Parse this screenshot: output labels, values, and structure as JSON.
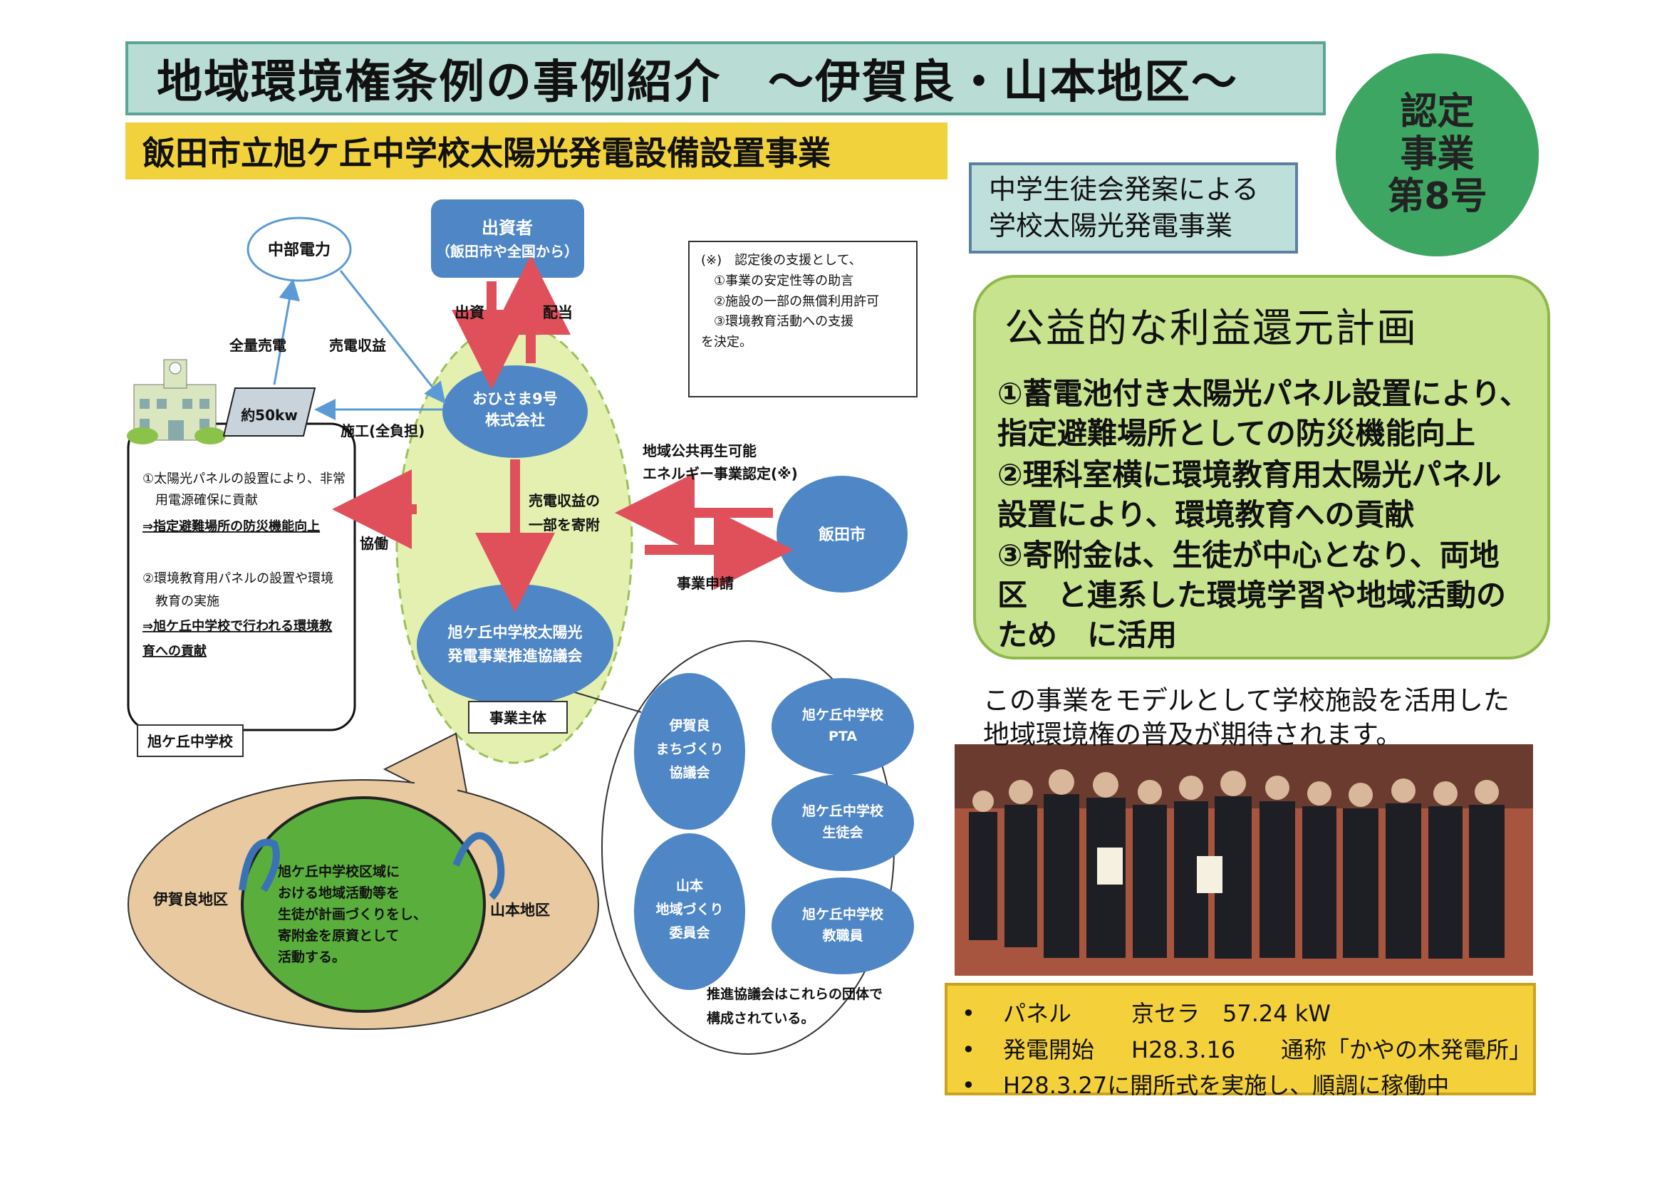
{
  "title": "地域環境権条例の事例紹介　～伊賀良・山本地区～",
  "subtitle": "飯田市立旭ケ丘中学校太陽光発電設備設置事業",
  "nintei": {
    "line1": "認定",
    "line2": "事業",
    "line3": "第8号"
  },
  "student_box": {
    "line1": "中学生徒会発案による",
    "line2": "学校太陽光発電事業"
  },
  "diagram": {
    "chubu": "中部電力",
    "investor_line1": "出資者",
    "investor_line2": "（飯田市や全国から）",
    "shusshi": "出資",
    "haito": "配当",
    "zenryo": "全量売電",
    "baiden_shueki": "売電収益",
    "ohisama_line1": "おひさま9号",
    "ohisama_line2": "株式会社",
    "panel": "約50kw",
    "seko": "施工(全負担)",
    "public_line1": "地域公共再生可能",
    "public_line2": "エネルギー事業認定(※)",
    "iida": "飯田市",
    "jigyo_shinsei": "事業申請",
    "kifu_line1": "売電収益の",
    "kifu_line2": "一部を寄附",
    "kyodo": "協働",
    "council_line1": "旭ケ丘中学校太陽光",
    "council_line2": "発電事業推進協議会",
    "jigyo_shutai": "事業主体",
    "school_label": "旭ケ丘中学校",
    "school_list": [
      "①太陽光パネルの設置により、非常",
      "　用電源確保に貢献",
      "⇒指定避難場所の防災機能向上",
      "",
      "②環境教育用パネルの設置や環境",
      "　教育の実施",
      "⇒旭ケ丘中学校で行われる環境教",
      "育への貢献"
    ],
    "note_lines": [
      "(※)　認定後の支援として、",
      "　①事業の安定性等の助言",
      "　②施設の一部の無償利用許可",
      "　③環境教育活動への支援",
      "を決定。"
    ],
    "igara_area": "伊賀良地区",
    "yamamoto_area": "山本地区",
    "green_lines": [
      "旭ケ丘中学校区域に",
      "おける地域活動等を",
      "生徒が計画づくりをし、",
      "寄附金を原資として",
      "活動する。"
    ],
    "orgs": {
      "igara_line1": "伊賀良",
      "igara_line2": "まちづくり",
      "igara_line3": "協議会",
      "pta_line1": "旭ケ丘中学校",
      "pta_line2": "PTA",
      "seito_line1": "旭ケ丘中学校",
      "seito_line2": "生徒会",
      "yama_line1": "山本",
      "yama_line2": "地域づくり",
      "yama_line3": "委員会",
      "kyoshoku_line1": "旭ケ丘中学校",
      "kyoshoku_line2": "教職員"
    },
    "orgs_note_line1": "推進協議会はこれらの団体で",
    "orgs_note_line2": "構成されている。"
  },
  "benefit": {
    "heading": "公益的な利益還元計画",
    "items": [
      "①蓄電池付き太陽光パネル設置により、　指定避難場所としての防災機能向上",
      "②理科室横に環境教育用太陽光パネル　設置により、環境教育への貢献",
      "③寄附金は、生徒が中心となり、両地区　と連系した環境学習や地域活動のため　に活用"
    ]
  },
  "photo_caption": {
    "line1": "この事業をモデルとして学校施設を活用した",
    "line2": "地域環境権の普及が期待されます。"
  },
  "info": [
    {
      "bullet": "•",
      "label": "パネル",
      "value": "京セラ　57.24 kW",
      "extra": ""
    },
    {
      "bullet": "•",
      "label": "発電開始",
      "value": "H28.3.16",
      "extra": "通称「かやの木発電所」"
    },
    {
      "bullet": "•",
      "label": "",
      "value": "H28.3.27に開所式を実施し、順調に稼働中",
      "extra": ""
    }
  ],
  "colors": {
    "title_bg": "#b9ddd4",
    "subtitle_bg": "#f2d23c",
    "nintei": "#3ea663",
    "node_blue": "#4f86c6",
    "arrow_red": "#e0505a",
    "oval_green": "#e4f0b0",
    "benefit_bg": "#c7e38d",
    "tan": "#e8c9a0",
    "inner_green": "#5aaf3c"
  }
}
